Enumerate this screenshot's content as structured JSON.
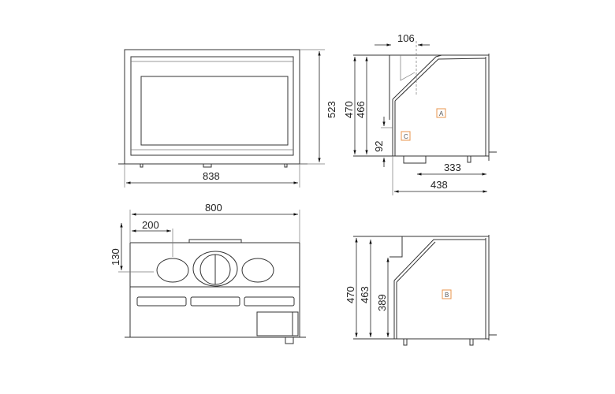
{
  "front_view": {
    "width": "838",
    "height": "523"
  },
  "side_view_top": {
    "height_total": "470",
    "height_body": "466",
    "top_offset": "106",
    "low_height": "92",
    "depth_inner": "333",
    "depth_total": "438",
    "tag_a": "A",
    "tag_c": "C"
  },
  "top_view": {
    "width": "800",
    "offset": "200",
    "depth": "130"
  },
  "side_view_bottom": {
    "height_total": "470",
    "height_body": "463",
    "height_front": "389",
    "tag_b": "B"
  },
  "colors": {
    "line": "#333333",
    "tag_border": "#e8954d"
  }
}
